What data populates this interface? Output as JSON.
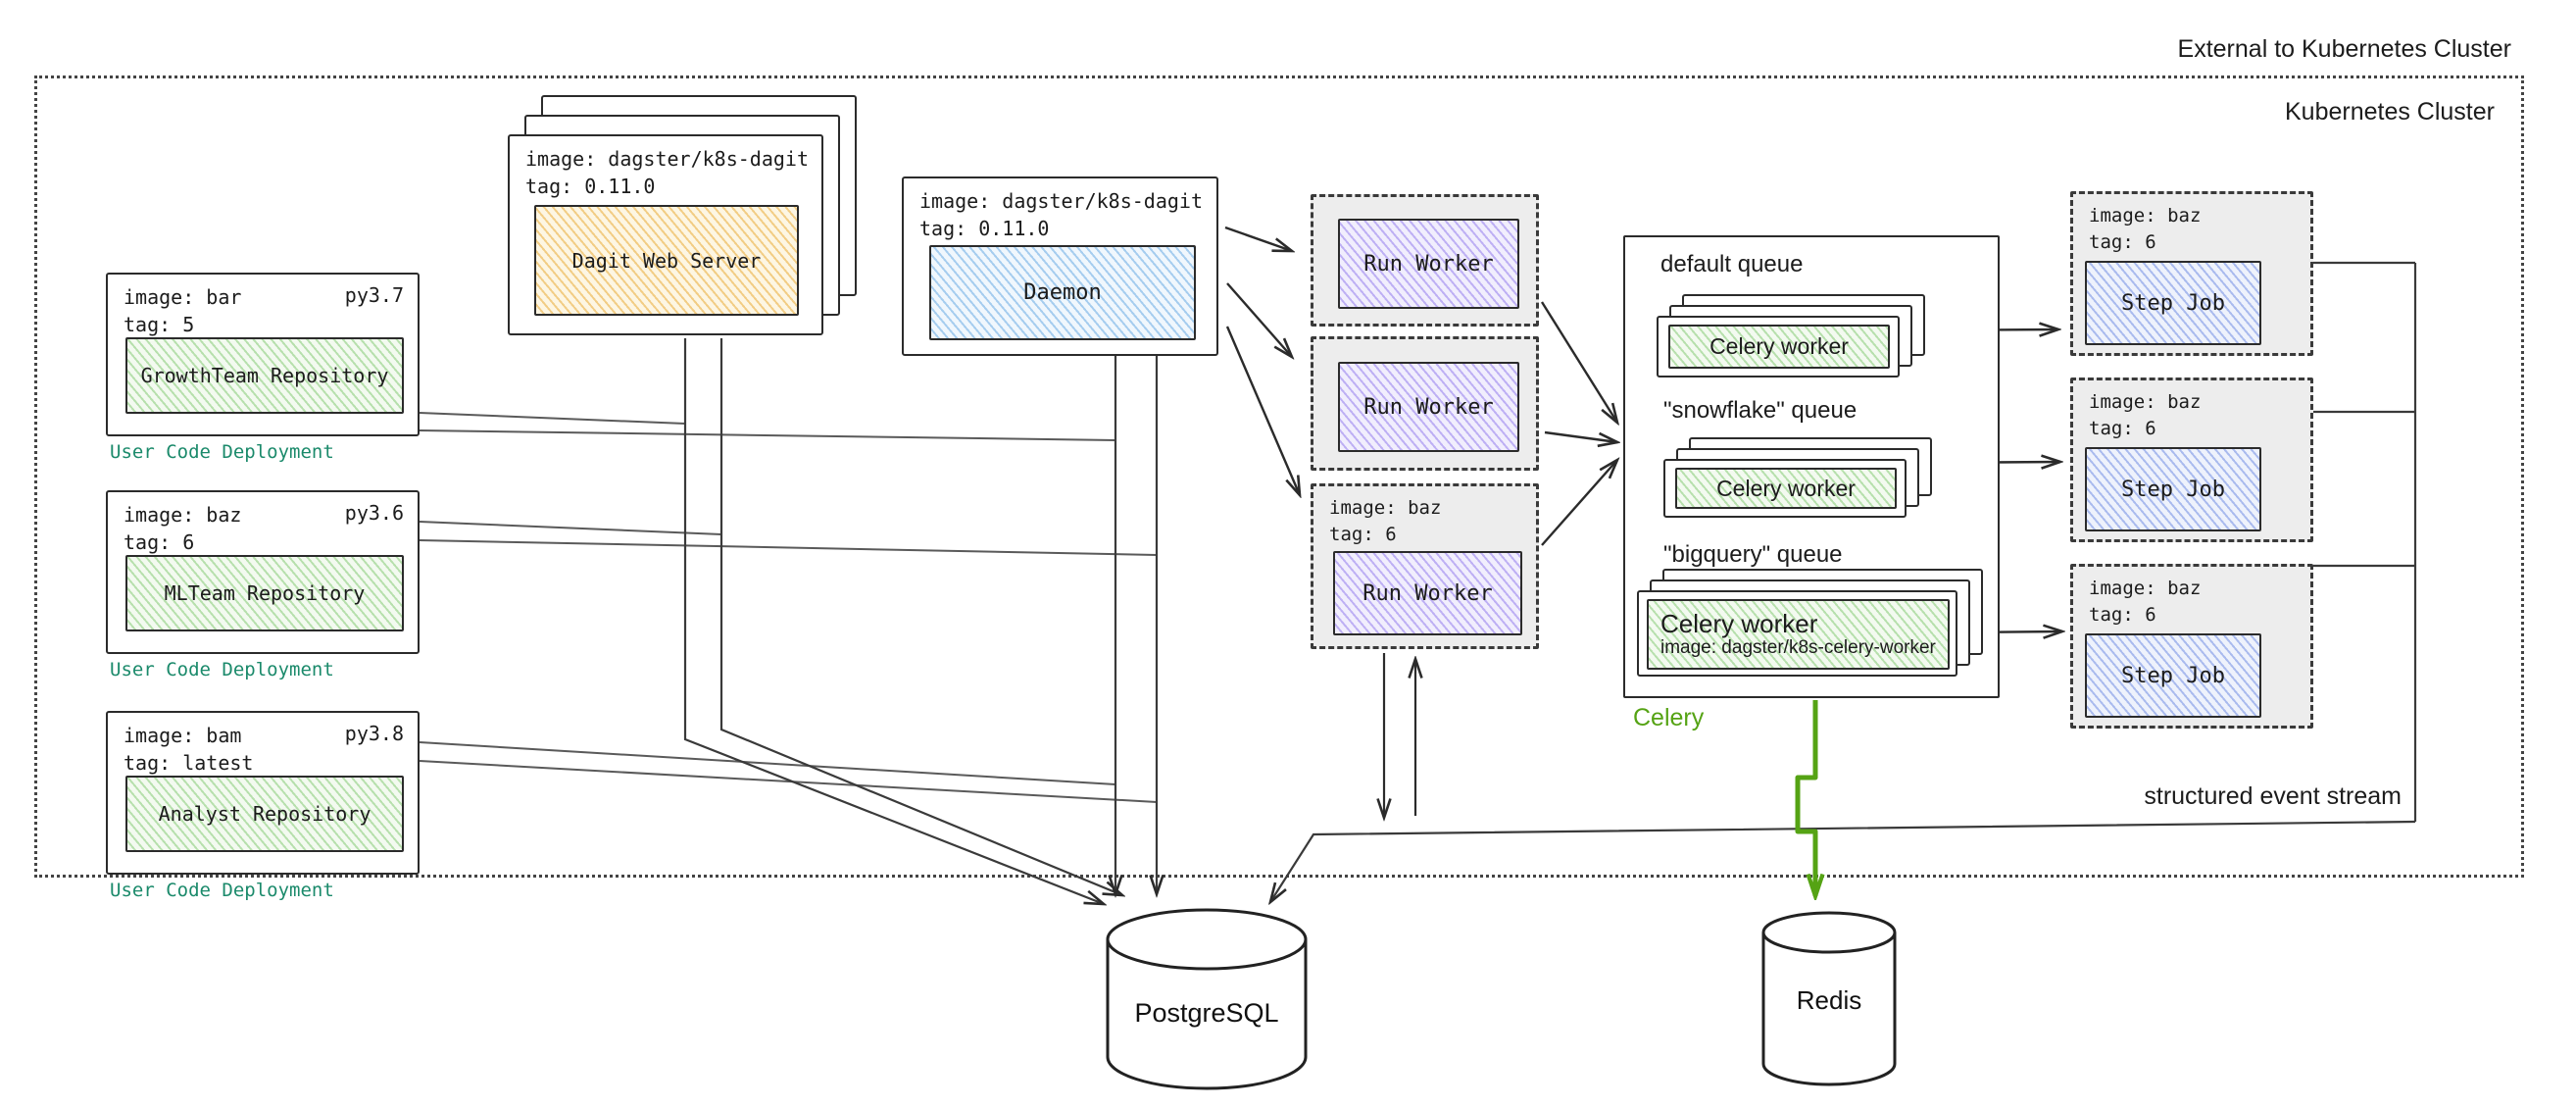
{
  "meta": {
    "external_label": "External to Kubernetes Cluster",
    "cluster_label": "Kubernetes Cluster"
  },
  "user_code_deployments": [
    {
      "image": "image: bar",
      "py": "py3.7",
      "tag": "tag: 5",
      "repo": "GrowthTeam Repository",
      "caption": "User Code Deployment"
    },
    {
      "image": "image: baz",
      "py": "py3.6",
      "tag": "tag: 6",
      "repo": "MLTeam Repository",
      "caption": "User Code Deployment"
    },
    {
      "image": "image: bam",
      "py": "py3.8",
      "tag": "tag: latest",
      "repo": "Analyst Repository",
      "caption": "User Code Deployment"
    }
  ],
  "dagit": {
    "image": "image: dagster/k8s-dagit",
    "tag": "tag: 0.11.0",
    "label": "Dagit Web Server"
  },
  "daemon": {
    "image": "image: dagster/k8s-dagit",
    "tag": "tag: 0.11.0",
    "label": "Daemon"
  },
  "run_workers": [
    {
      "label": "Run Worker"
    },
    {
      "label": "Run Worker"
    },
    {
      "image": "image: baz",
      "tag": "tag: 6",
      "label": "Run Worker"
    }
  ],
  "celery": {
    "caption": "Celery",
    "queues": [
      {
        "name": "default queue",
        "worker": "Celery worker"
      },
      {
        "name": "\"snowflake\" queue",
        "worker": "Celery worker"
      },
      {
        "name": "\"bigquery\" queue",
        "worker": "Celery worker",
        "worker_image": "image: dagster/k8s-celery-worker"
      }
    ]
  },
  "step_jobs": [
    {
      "image": "image: baz",
      "tag": "tag: 6",
      "label": "Step Job"
    },
    {
      "image": "image: baz",
      "tag": "tag: 6",
      "label": "Step Job"
    },
    {
      "image": "image: baz",
      "tag": "tag: 6",
      "label": "Step Job"
    }
  ],
  "databases": {
    "postgres": "PostgreSQL",
    "redis": "Redis"
  },
  "annotations": {
    "event_stream": "structured event stream"
  },
  "colors": {
    "caption_teal": "#1b8a6b",
    "celery_green": "#55a314",
    "repo_green_hatch": "#b7e0ad",
    "dagit_orange_hatch": "#f2cd85",
    "daemon_blue_hatch": "#a6cdef",
    "run_worker_purple_hatch": "#beb0f4",
    "step_job_blue_hatch": "#aabbee",
    "container_grey": "#ededed",
    "line": "#2f2f2f"
  }
}
